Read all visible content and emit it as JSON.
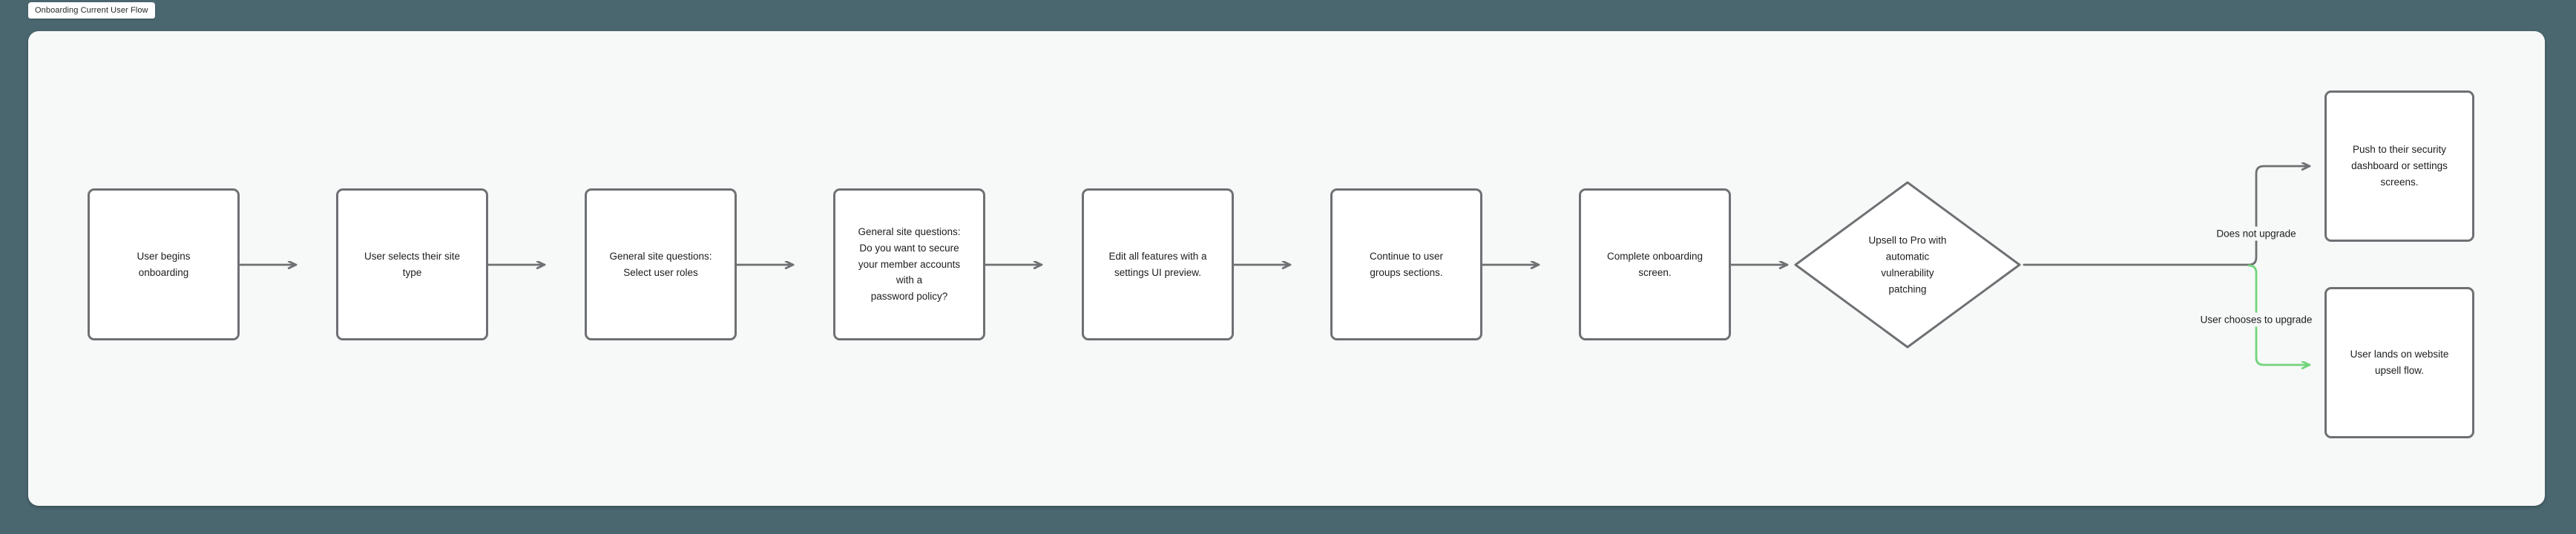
{
  "window": {
    "background_color": "#4a666f",
    "canvas_color": "#f7f8f8"
  },
  "tab": {
    "label": "Onboarding Current User Flow"
  },
  "diagram": {
    "title": "Onboarding Current User Flow",
    "type": "flowchart",
    "orientation": "left-to-right",
    "node_border_color": "#6e7073",
    "node_fill_color": "#ffffff",
    "edge_color": "#6e7073",
    "highlight_edge_color": "#72d47a",
    "nodes": [
      {
        "id": "n1",
        "shape": "rounded-rectangle",
        "text": "User begins\nonboarding"
      },
      {
        "id": "n2",
        "shape": "rounded-rectangle",
        "text": "User selects their site\ntype"
      },
      {
        "id": "n3",
        "shape": "rounded-rectangle",
        "text": "General site questions:\nSelect user roles"
      },
      {
        "id": "n4",
        "shape": "rounded-rectangle",
        "text": "General site questions:\nDo you want to secure\nyour member accounts\nwith a\npassword policy?"
      },
      {
        "id": "n5",
        "shape": "rounded-rectangle",
        "text": "Edit all features with a\nsettings UI preview."
      },
      {
        "id": "n6",
        "shape": "rounded-rectangle",
        "text": "Continue to user\ngroups sections."
      },
      {
        "id": "n7",
        "shape": "rounded-rectangle",
        "text": "Complete onboarding\nscreen."
      },
      {
        "id": "d1",
        "shape": "diamond",
        "text": "Upsell to Pro with\nautomatic\nvulnerability\npatching"
      },
      {
        "id": "n8",
        "shape": "rounded-rectangle",
        "text": "Push to their security\ndashboard or settings\nscreens."
      },
      {
        "id": "n9",
        "shape": "rounded-rectangle",
        "text": "User lands on website\nupsell flow."
      }
    ],
    "edges": [
      {
        "from": "n1",
        "to": "n2",
        "label": "",
        "color": "#6e7073"
      },
      {
        "from": "n2",
        "to": "n3",
        "label": "",
        "color": "#6e7073"
      },
      {
        "from": "n3",
        "to": "n4",
        "label": "",
        "color": "#6e7073"
      },
      {
        "from": "n4",
        "to": "n5",
        "label": "",
        "color": "#6e7073"
      },
      {
        "from": "n5",
        "to": "n6",
        "label": "",
        "color": "#6e7073"
      },
      {
        "from": "n6",
        "to": "n7",
        "label": "",
        "color": "#6e7073"
      },
      {
        "from": "n7",
        "to": "d1",
        "label": "",
        "color": "#6e7073"
      },
      {
        "from": "d1",
        "to": "n8",
        "label": "Does not upgrade",
        "color": "#6e7073"
      },
      {
        "from": "d1",
        "to": "n9",
        "label": "User chooses to upgrade",
        "color": "#72d47a"
      }
    ],
    "edge_labels": {
      "does_not_upgrade": "Does not upgrade",
      "user_chooses_to_upgrade": "User chooses to upgrade"
    }
  }
}
